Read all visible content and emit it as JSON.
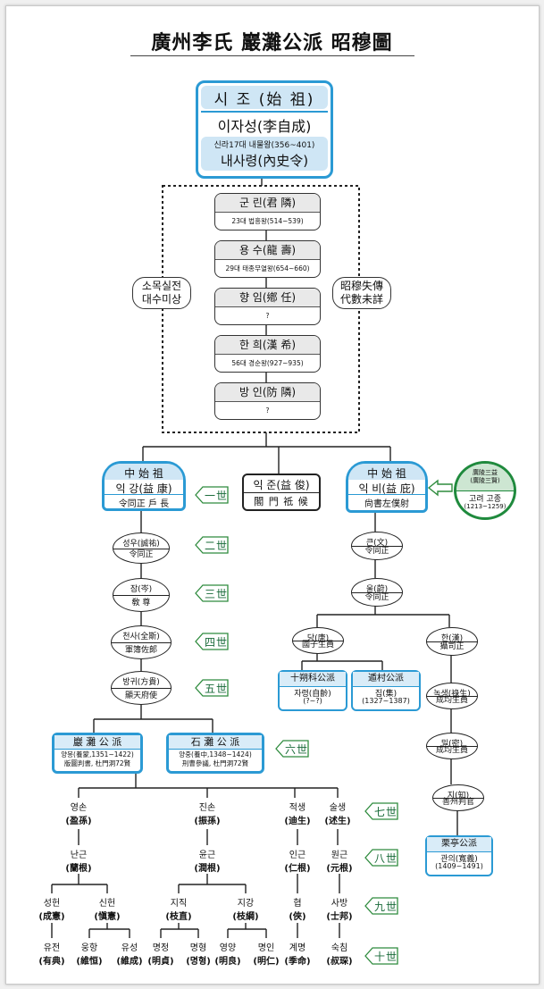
{
  "title": "廣州李氏 巖灘公派 昭穆圖",
  "founder": {
    "role": "시 조  (始 祖)",
    "name": "이자성(李自成)",
    "note": "신라17대 내물왕(356~401)",
    "office": "내사령(內史令)"
  },
  "unknown_gen_left": [
    "소목실전",
    "대수미상"
  ],
  "unknown_gen_right": [
    "昭穆失傳",
    "代數未詳"
  ],
  "intermediate": [
    {
      "name": "군 린(君 隣)",
      "note": "23대 법흥왕(514~539)"
    },
    {
      "name": "용 수(龍 壽)",
      "note": "29대 태종무열왕(654~660)"
    },
    {
      "name": "향 임(鄕 任)",
      "note": "?"
    },
    {
      "name": "한 희(漢 希)",
      "note": "56대 경순왕(927~935)"
    },
    {
      "name": "방 인(防 隣)",
      "note": "?"
    }
  ],
  "ancestor_left": {
    "head": "中 始 祖",
    "name": "익 강(益 康)",
    "office": "令同正 戶 長"
  },
  "ancestor_mid": {
    "name": "익 준(益 俊)",
    "office": "閣 門 祗 候"
  },
  "ancestor_right": {
    "head": "中 始 祖",
    "name": "익 비(益 庇)",
    "office": "尙書左僕射"
  },
  "badge": {
    "top": "廣陵三益\n(廣陵三賢)",
    "line1": "고려 고종",
    "line2": "(1213~1259)"
  },
  "generations": [
    "一世",
    "二世",
    "三世",
    "四世",
    "五世",
    "六世",
    "七世",
    "八世",
    "九世",
    "十世"
  ],
  "left_line": [
    {
      "name": "성우(誠祐)",
      "office": "令同正"
    },
    {
      "name": "잠(岑)",
      "office": "敎 尊"
    },
    {
      "name": "천사(全斯)",
      "office": "軍簿佐郞"
    },
    {
      "name": "방귀(方貴)",
      "office": "顯天府使"
    }
  ],
  "right_line": [
    {
      "name": "큰(文)",
      "office": "令同正"
    },
    {
      "name": "울(蔚)",
      "office": "令同正"
    }
  ],
  "right_split": [
    {
      "name": "당(唐)",
      "office": "國子生員"
    },
    {
      "name": "한(漢)",
      "office": "攝司正"
    }
  ],
  "han_line": [
    {
      "name": "녹생(祿生)",
      "office": "成均生員"
    },
    {
      "name": "밀(密)",
      "office": "成均生員"
    },
    {
      "name": "지(知)",
      "office": "善州判官"
    }
  ],
  "pa_boxes": {
    "sipdeuk": {
      "head": "十朔科公派",
      "name": "자령(自齡)",
      "years": "(?~?)"
    },
    "dunchon": {
      "head": "遁村公派",
      "name": "집(集)",
      "years": "(1327~1387)"
    },
    "yuljeong": {
      "head": "栗亭公派",
      "name": "관의(寬義)",
      "years": "(1409~1491)"
    },
    "amtan": {
      "head": "巖 灘 公 派",
      "line1": "양몽(養蒙,1351~1422)",
      "line2": "版圖判書, 杜門洞72賢"
    },
    "seoktan": {
      "head": "石 灘 公 派",
      "line1": "양중(養中,1348~1424)",
      "line2": "刑曹參議, 杜門洞72賢"
    }
  },
  "gen7": [
    {
      "k": "영손",
      "h": "(盈孫)"
    },
    {
      "k": "진손",
      "h": "(振孫)"
    },
    {
      "k": "적생",
      "h": "(迪生)"
    },
    {
      "k": "술생",
      "h": "(述生)"
    }
  ],
  "gen8": [
    {
      "k": "난근",
      "h": "(蘭根)"
    },
    {
      "k": "윤근",
      "h": "(潤根)"
    },
    {
      "k": "인근",
      "h": "(仁根)"
    },
    {
      "k": "원근",
      "h": "(元根)"
    }
  ],
  "gen9": [
    {
      "k": "성헌",
      "h": "(成憲)"
    },
    {
      "k": "신헌",
      "h": "(愼憲)"
    },
    {
      "k": "지직",
      "h": "(枝直)"
    },
    {
      "k": "지강",
      "h": "(枝綱)"
    },
    {
      "k": "협",
      "h": "(俠)"
    },
    {
      "k": "사방",
      "h": "(士邦)"
    }
  ],
  "gen10": [
    {
      "k": "유전",
      "h": "(有典)"
    },
    {
      "k": "웅항",
      "h": "(維恒)"
    },
    {
      "k": "유성",
      "h": "(維成)"
    },
    {
      "k": "명정",
      "h": "(明貞)"
    },
    {
      "k": "명형",
      "h": "(명형)"
    },
    {
      "k": "영양",
      "h": "(明良)"
    },
    {
      "k": "명인",
      "h": "(明仁)"
    },
    {
      "k": "계명",
      "h": "(季命)"
    },
    {
      "k": "숙침",
      "h": "(叔琛)"
    }
  ],
  "colors": {
    "blue": "#2b9ad4",
    "lightblue": "#cfe6f5",
    "green": "#1f8a3d"
  }
}
